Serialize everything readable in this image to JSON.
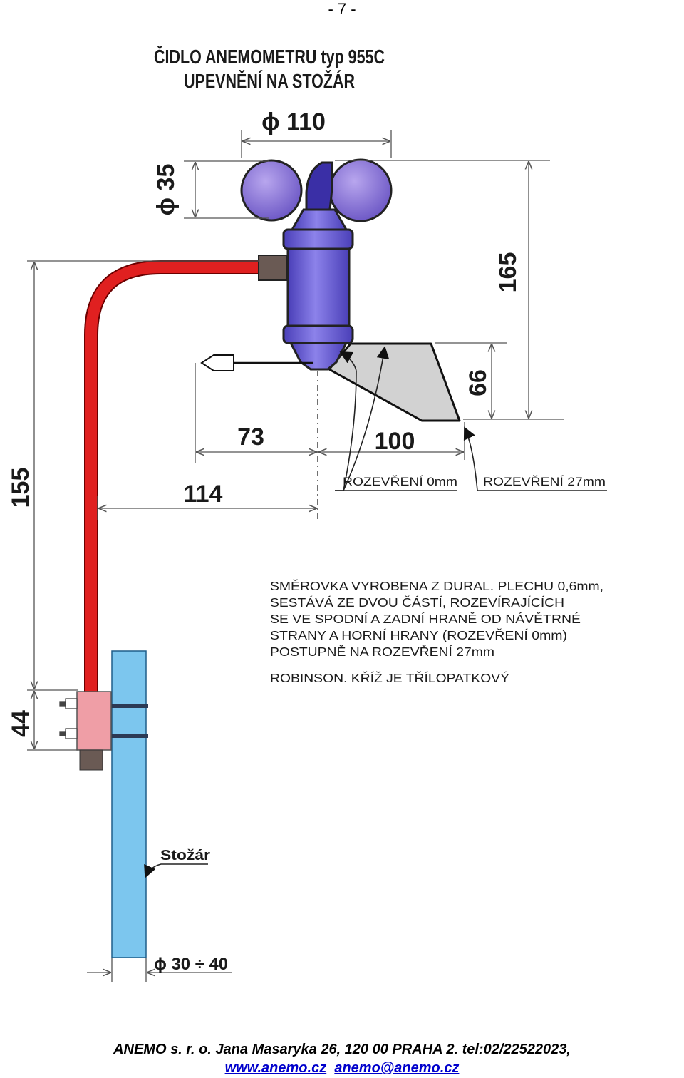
{
  "page": {
    "number": "- 7 -"
  },
  "diagram": {
    "title_line_1": "ČIDLO ANEMOMETRU typ 955C",
    "title_line_2": "UPEVNĚNÍ NA STOŽÁR",
    "dimensions": {
      "cup_span": "ϕ 110",
      "cup_diameter": "ϕ 35",
      "overall_height": "165",
      "vane_height": "66",
      "arm_height": "155",
      "clamp_height": "44",
      "axis_to_tip": "73",
      "vane_length": "100",
      "arm_reach": "114",
      "mast_diameter": "ϕ 30 ÷ 40"
    },
    "labels": {
      "opening_0": "ROZEVŘENÍ 0mm",
      "opening_27": "ROZEVŘENÍ 27mm",
      "mast": "Stožár"
    },
    "notes": [
      "SMĚROVKA VYROBENA Z DURAL. PLECHU 0,6mm,",
      "SESTÁVÁ ZE DVOU ČÁSTÍ, ROZEVÍRAJÍCÍCH",
      "SE VE SPODNÍ A ZADNÍ HRANĚ OD NÁVĚTRNÉ",
      "STRANY A HORNÍ HRANY (ROZEVŘENÍ 0mm)",
      "POSTUPNĚ NA ROZEVŘENÍ 27mm",
      "ROBINSON. KŘÍŽ JE TŘÍLOPATKOVÝ"
    ],
    "colors": {
      "arm": "#e02020",
      "sensor_body": "#6f63d6",
      "cups": "#8b74d8",
      "vane": "#d2d2d2",
      "mast": "#7cc6ee",
      "clamp": "#ef9ea6",
      "connector": "#6a5a54"
    }
  },
  "footer": {
    "address": "ANEMO s. r. o. Jana Masaryka 26, 120 00 PRAHA 2. tel:02/22522023,",
    "web": "www.anemo.cz",
    "email": "anemo@anemo.cz"
  }
}
